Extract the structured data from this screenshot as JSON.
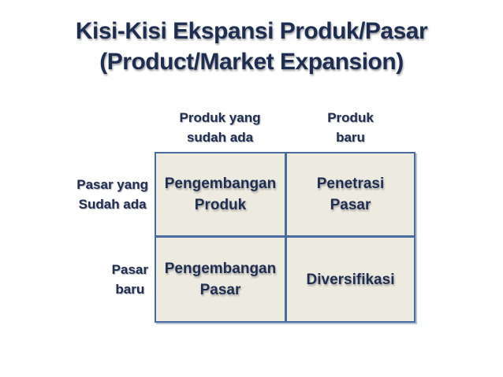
{
  "slide": {
    "title": "Kisi-Kisi Ekspansi Produk/Pasar\n(Product/Market Expansion)"
  },
  "matrix": {
    "col_headers": [
      "Produk yang\nsudah ada",
      "Produk\nbaru"
    ],
    "row_headers": [
      "Pasar yang\nSudah ada",
      "Pasar\nbaru"
    ],
    "cells": [
      "Pengembangan\nProduk",
      "Penetrasi\nPasar",
      "Pengembangan\nPasar",
      "Diversifikasi"
    ]
  },
  "colors": {
    "background": "#ffffff",
    "text": "#1d2e52",
    "cell_fill": "#edeae0",
    "cell_border": "#4a6b9d"
  }
}
